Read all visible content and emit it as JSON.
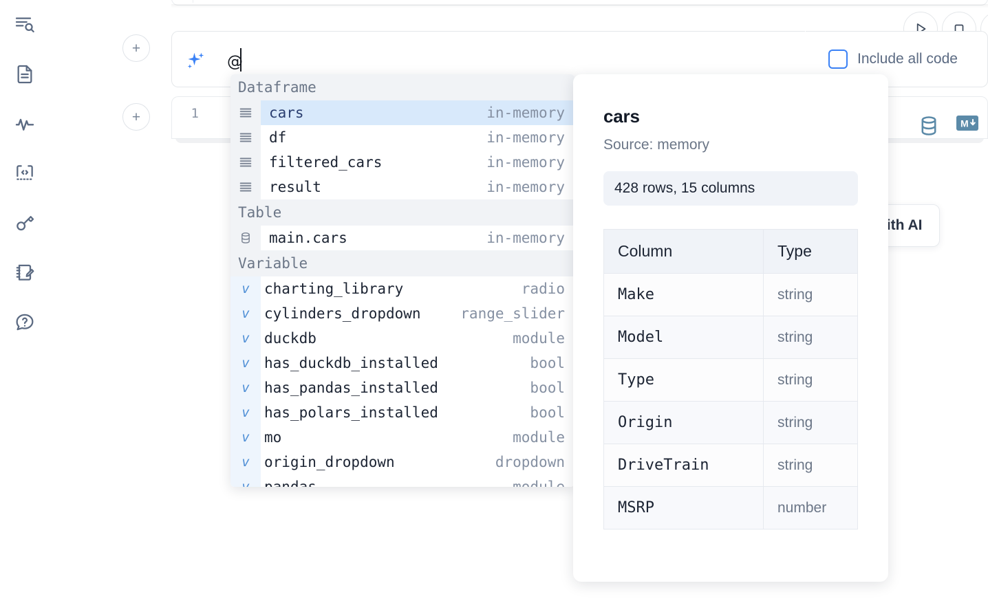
{
  "rail": {
    "items": [
      {
        "name": "explore-icon",
        "title": "Explore"
      },
      {
        "name": "document-icon",
        "title": "Notebook"
      },
      {
        "name": "activity-icon",
        "title": "Activity"
      },
      {
        "name": "code-icon",
        "title": "Snippets"
      },
      {
        "name": "key-icon",
        "title": "Secrets"
      },
      {
        "name": "notes-icon",
        "title": "Scratchpad"
      },
      {
        "name": "help-icon",
        "title": "Help"
      }
    ]
  },
  "toolbar": {
    "add_prompt_label": "+",
    "add_cell_label": "+",
    "run_title": "Run",
    "stop_title": "Stop",
    "include_all_code_label": "Include all code",
    "include_all_code_checked": false
  },
  "prompt": {
    "value": "@",
    "placeholder": "",
    "icon": "sparkle-icon"
  },
  "cell": {
    "line_number": "1",
    "db_icon": "database-icon",
    "md_icon": "markdown-icon"
  },
  "ai_chip": {
    "label": "with AI"
  },
  "autocomplete": {
    "sections": [
      {
        "label": "Dataframe",
        "gutter_icon": "dataframe-icon",
        "kind": "df",
        "items": [
          {
            "name": "cars",
            "type": "in-memory",
            "selected": true
          },
          {
            "name": "df",
            "type": "in-memory",
            "selected": false
          },
          {
            "name": "filtered_cars",
            "type": "in-memory",
            "selected": false
          },
          {
            "name": "result",
            "type": "in-memory",
            "selected": false
          }
        ]
      },
      {
        "label": "Table",
        "gutter_icon": "table-icon",
        "kind": "table",
        "items": [
          {
            "name": "main.cars",
            "type": "in-memory",
            "selected": false
          }
        ]
      },
      {
        "label": "Variable",
        "gutter_icon": "variable-icon",
        "kind": "var",
        "items": [
          {
            "name": "charting_library",
            "type": "radio",
            "selected": false
          },
          {
            "name": "cylinders_dropdown",
            "type": "range_slider",
            "selected": false
          },
          {
            "name": "duckdb",
            "type": "module",
            "selected": false
          },
          {
            "name": "has_duckdb_installed",
            "type": "bool",
            "selected": false
          },
          {
            "name": "has_pandas_installed",
            "type": "bool",
            "selected": false
          },
          {
            "name": "has_polars_installed",
            "type": "bool",
            "selected": false
          },
          {
            "name": "mo",
            "type": "module",
            "selected": false
          },
          {
            "name": "origin_dropdown",
            "type": "dropdown",
            "selected": false
          },
          {
            "name": "pandas",
            "type": "module",
            "selected": false
          }
        ]
      }
    ]
  },
  "doc": {
    "title": "cars",
    "source": "Source: memory",
    "stats": "428 rows, 15 columns",
    "columns_header": "Column",
    "type_header": "Type",
    "rows": [
      {
        "column": "Make",
        "type": "string"
      },
      {
        "column": "Model",
        "type": "string"
      },
      {
        "column": "Type",
        "type": "string"
      },
      {
        "column": "Origin",
        "type": "string"
      },
      {
        "column": "DriveTrain",
        "type": "string"
      },
      {
        "column": "MSRP",
        "type": "number"
      }
    ]
  },
  "colors": {
    "accent": "#3b82f6",
    "selected_row": "#d8e9fb",
    "rail_icon": "#5b6a82",
    "cell_icon": "#5b8aa8",
    "section_bg": "#f1f3f6"
  }
}
